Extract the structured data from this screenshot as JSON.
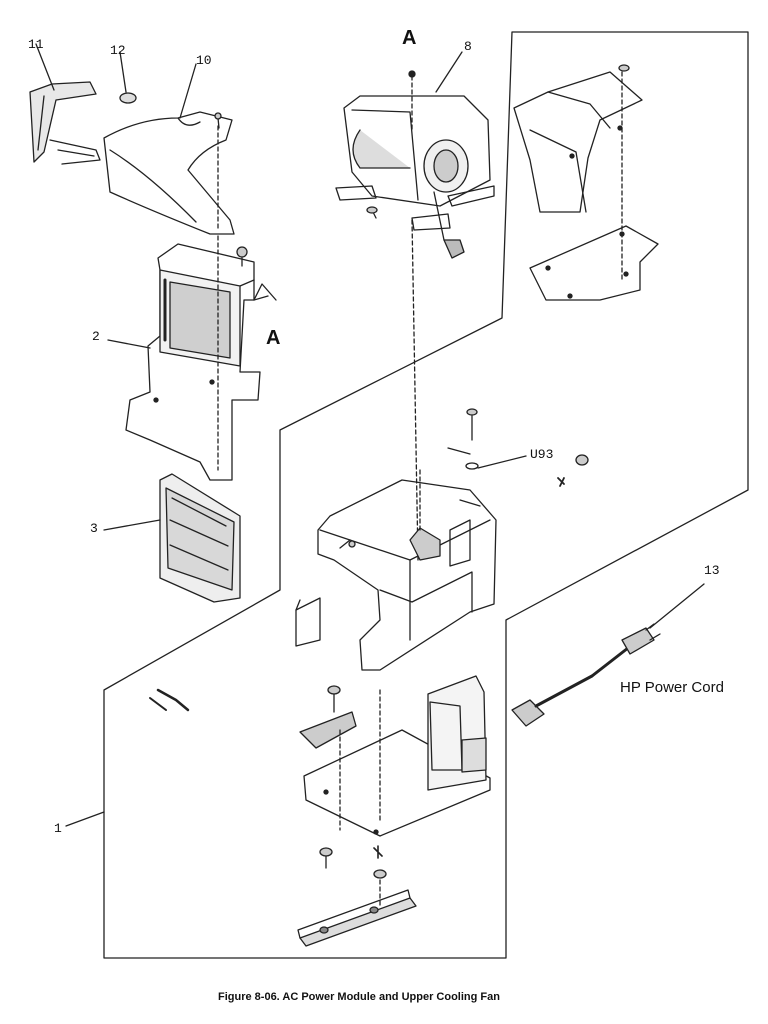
{
  "labels": {
    "p11": "11",
    "p12": "12",
    "p10": "10",
    "p8": "8",
    "p2": "2",
    "p3": "3",
    "p1": "1",
    "p13": "13",
    "u93": "U93",
    "a_top": "A",
    "a_side": "A"
  },
  "power_cord_label": "HP Power Cord",
  "caption": "Figure 8-06.  AC Power Module and Upper Cooling Fan"
}
